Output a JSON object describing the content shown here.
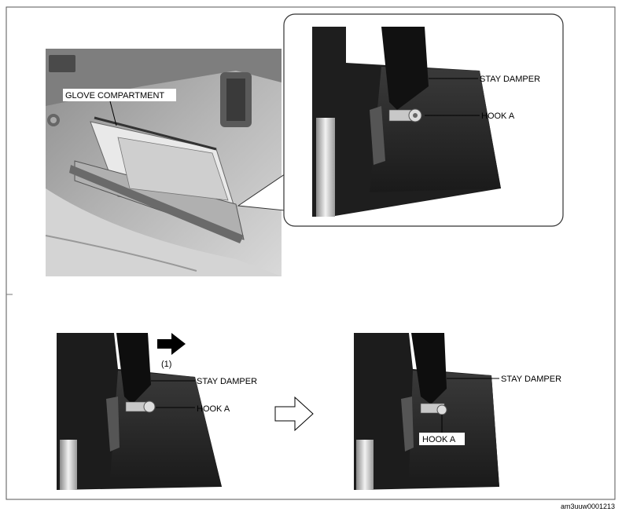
{
  "labels": {
    "glove_compartment": "GLOVE COMPARTMENT",
    "stay_damper_top": "STAY DAMPER",
    "hook_a_top": "HOOK A",
    "stay_damper_left": "STAY DAMPER",
    "hook_a_left": "HOOK A",
    "step_number": "(1)",
    "stay_damper_right": "STAY DAMPER",
    "hook_a_right": "HOOK A"
  },
  "footer": {
    "figure_code": "am3uuw0001213"
  },
  "colors": {
    "frame": "#555555",
    "dark_panel": "#2a2a2a",
    "dash_gray": "#9a9a9a"
  },
  "icons": {
    "step_arrow": "right-filled-arrow-icon",
    "transition_arrow": "right-outline-arrow-icon"
  }
}
